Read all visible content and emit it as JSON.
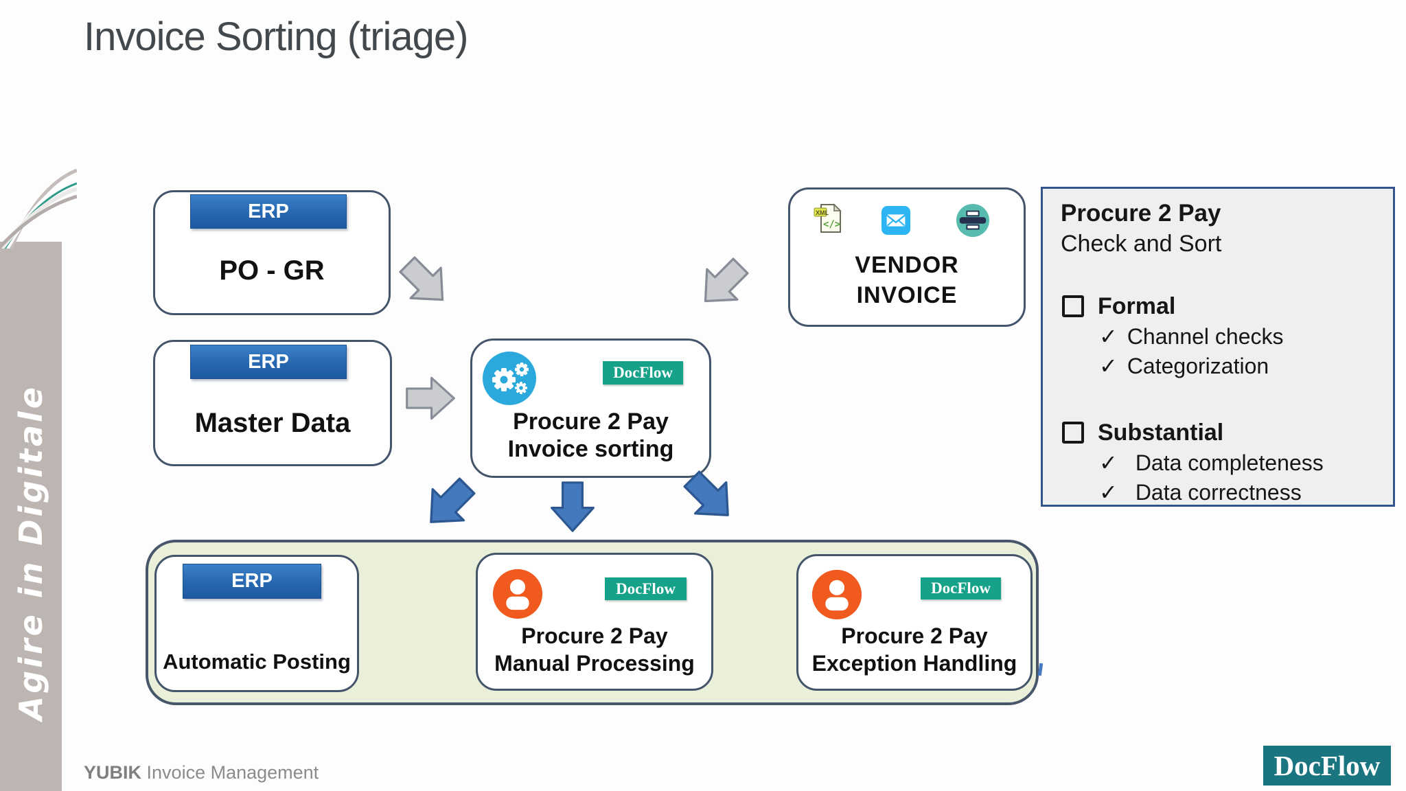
{
  "slide": {
    "title": "Invoice Sorting (triage)"
  },
  "sidebar": {
    "vertical_text": "Agire in Digitale"
  },
  "nodes": {
    "po_gr": {
      "tag": "ERP",
      "label": "PO - GR"
    },
    "master_data": {
      "tag": "ERP",
      "label": "Master Data"
    },
    "invoice_sorting": {
      "badge": "DocFlow",
      "line1": "Procure 2 Pay",
      "line2": "Invoice sorting"
    },
    "vendor_invoice": {
      "line1": "VENDOR",
      "line2": "INVOICE",
      "icons": [
        "xml-file",
        "email",
        "printer"
      ]
    },
    "automatic_posting": {
      "tag": "ERP",
      "label": "Automatic Posting"
    },
    "manual_processing": {
      "badge": "DocFlow",
      "line1": "Procure 2 Pay",
      "line2": "Manual Processing"
    },
    "exception_handling": {
      "badge": "DocFlow",
      "line1": "Procure 2 Pay",
      "line2": "Exception Handling"
    }
  },
  "side_panel": {
    "title": "Procure 2 Pay",
    "subtitle": "Check and Sort",
    "check_glyph": "✓",
    "sections": [
      {
        "heading": "Formal",
        "items": [
          "Channel checks",
          "Categorization"
        ]
      },
      {
        "heading": "Substantial",
        "items": [
          "Data completeness",
          "Data correctness"
        ]
      }
    ]
  },
  "footer": {
    "brand": "YUBIK",
    "product": "Invoice Management",
    "logo": "DocFlow"
  },
  "colors": {
    "erp_blue": "#2565ae",
    "docflow_teal": "#16a189",
    "logo_teal": "#1a7580",
    "arrow_blue": "#4579bd",
    "arrow_gray": "#cbccd0",
    "panel_bg": "#edeff1",
    "tray_bg": "#e9efd9",
    "band_gray": "#bcb5b2"
  }
}
